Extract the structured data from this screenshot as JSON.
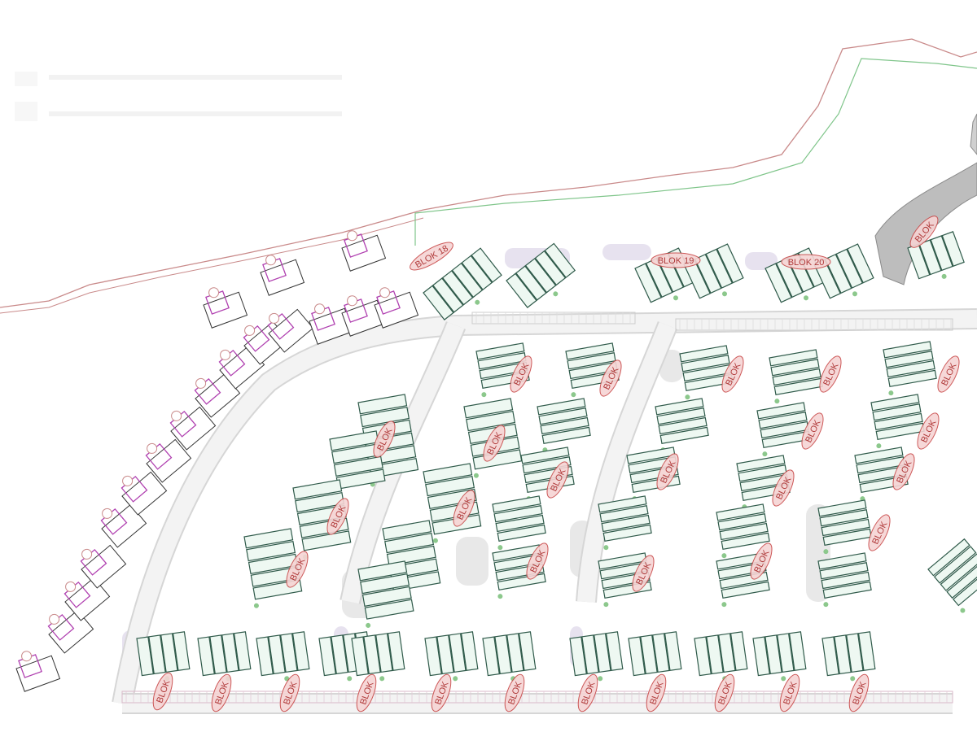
{
  "drawing": {
    "type": "site-plan",
    "colors": {
      "boundary": "#c98a8a",
      "inner_boundary": "#7fc58a",
      "building_stroke": "#2f5a4a",
      "building_fill": "#eef8f2",
      "villa_stroke": "#b040b0",
      "label_stroke": "#c84848",
      "label_fill": "#f6d4d4",
      "road": "#f3f3f3",
      "landscape": "#ddd6e8",
      "topo": "#8a8a8a"
    },
    "block_labels": [
      "BLOK 18",
      "BLOK 19",
      "BLOK 20",
      "BLOK"
    ]
  }
}
